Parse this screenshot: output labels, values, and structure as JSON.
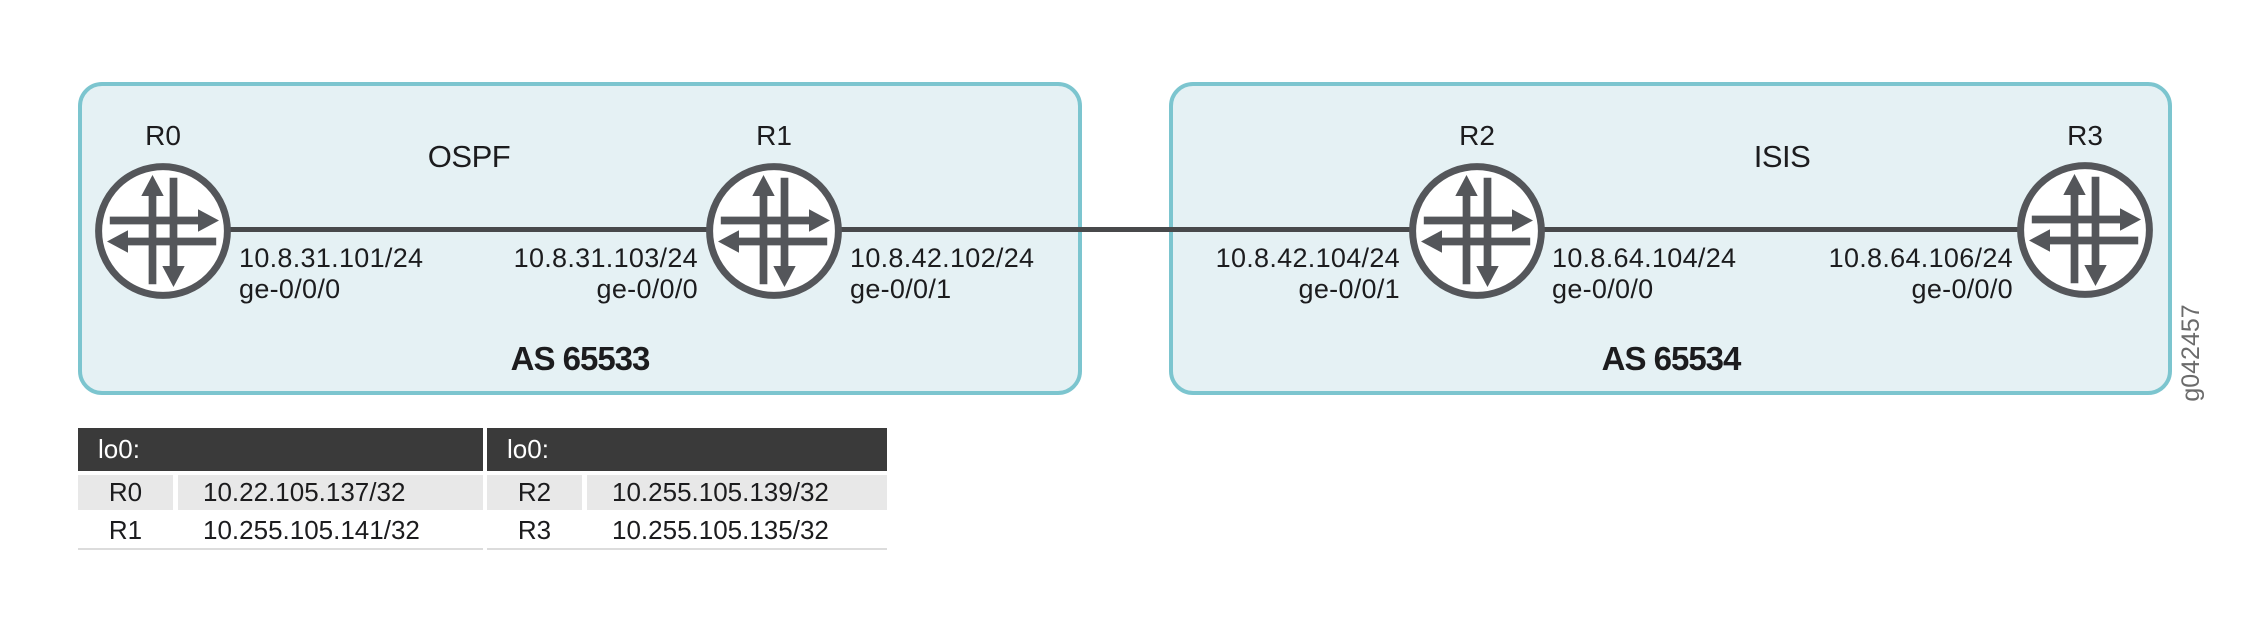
{
  "figure_id": "g042457",
  "autonomous_systems": [
    {
      "label": "AS 65533",
      "protocol": "OSPF",
      "routers": [
        "R0",
        "R1"
      ]
    },
    {
      "label": "AS 65534",
      "protocol": "ISIS",
      "routers": [
        "R2",
        "R3"
      ]
    }
  ],
  "routers": [
    {
      "name": "R0"
    },
    {
      "name": "R1"
    },
    {
      "name": "R2"
    },
    {
      "name": "R3"
    }
  ],
  "interfaces": [
    {
      "ip": "10.8.31.101/24",
      "port": "ge-0/0/0"
    },
    {
      "ip": "10.8.31.103/24",
      "port": "ge-0/0/0"
    },
    {
      "ip": "10.8.42.102/24",
      "port": "ge-0/0/1"
    },
    {
      "ip": "10.8.42.104/24",
      "port": "ge-0/0/1"
    },
    {
      "ip": "10.8.64.104/24",
      "port": "ge-0/0/0"
    },
    {
      "ip": "10.8.64.106/24",
      "port": "ge-0/0/0"
    }
  ],
  "loopback_tables": [
    {
      "header": "lo0:",
      "rows": [
        {
          "router": "R0",
          "address": "10.22.105.137/32"
        },
        {
          "router": "R1",
          "address": "10.255.105.141/32"
        }
      ]
    },
    {
      "header": "lo0:",
      "rows": [
        {
          "router": "R2",
          "address": "10.255.105.139/32"
        },
        {
          "router": "R3",
          "address": "10.255.105.135/32"
        }
      ]
    }
  ],
  "colors": {
    "as_box_fill": "#e5f1f4",
    "as_box_border": "#7cc5cf",
    "router_icon_stroke": "#54565a",
    "link_line": "#48494b",
    "table_header_bg": "#3a3a3a",
    "table_alt_row_bg": "#e8e8e8",
    "text": "#1c1c1e",
    "watermark": "#6b6b6b"
  }
}
